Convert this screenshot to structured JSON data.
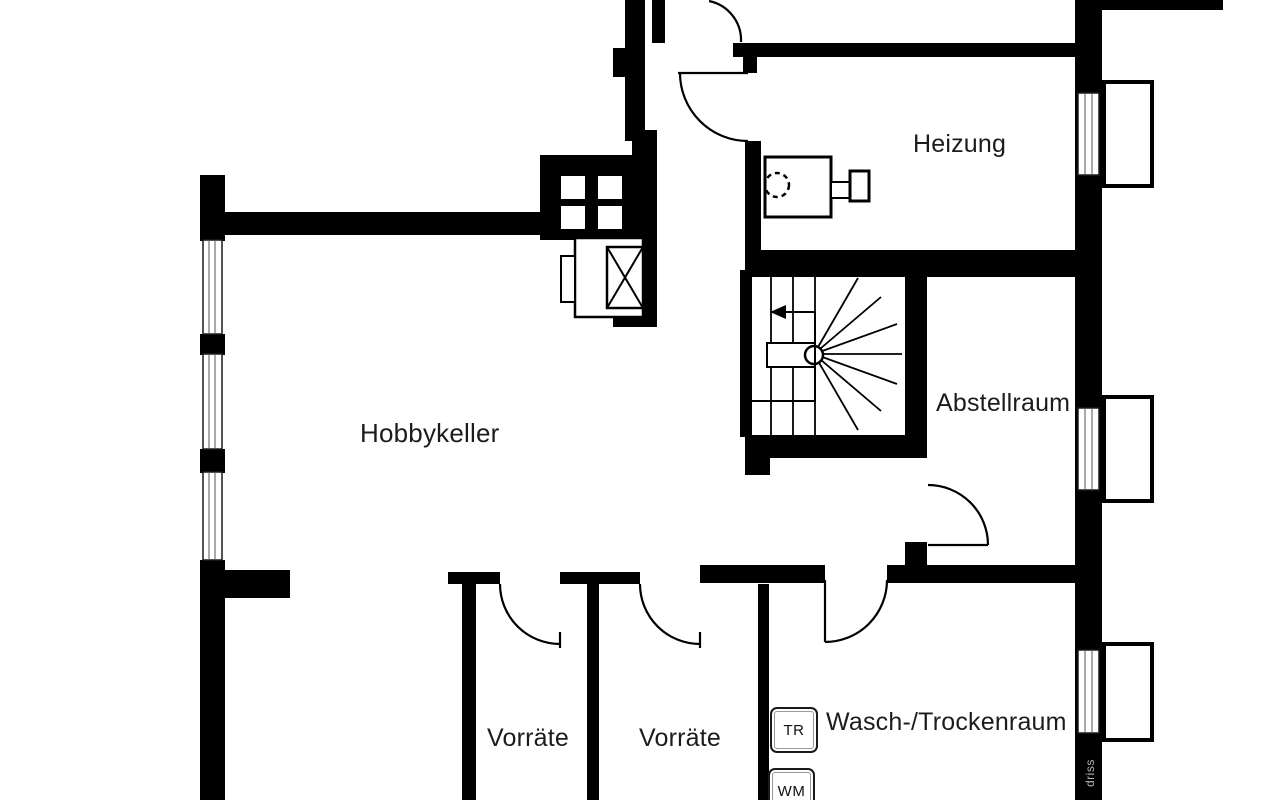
{
  "floor_plan": {
    "type": "basement-floor-plan",
    "rooms": [
      {
        "name": "Heizung"
      },
      {
        "name": "Abstellraum"
      },
      {
        "name": "Hobbykeller"
      },
      {
        "name": "Vorräte"
      },
      {
        "name": "Vorräte"
      },
      {
        "name": "Wasch-/Trockenraum"
      }
    ],
    "appliances": [
      {
        "label": "TR"
      },
      {
        "label": "WM"
      }
    ],
    "watermark": {
      "text": "driss"
    },
    "icons": [
      "spiral-staircase-icon",
      "stair-direction-arrow-icon",
      "boiler-icon",
      "chimney-icon",
      "stove-icon",
      "window-icon",
      "light-well-icon",
      "door-swing-icon"
    ],
    "colors": {
      "wall": "#000000",
      "background": "#ffffff",
      "label_text": "#1c1c1c",
      "watermark_text": "#b5b5b5"
    }
  }
}
